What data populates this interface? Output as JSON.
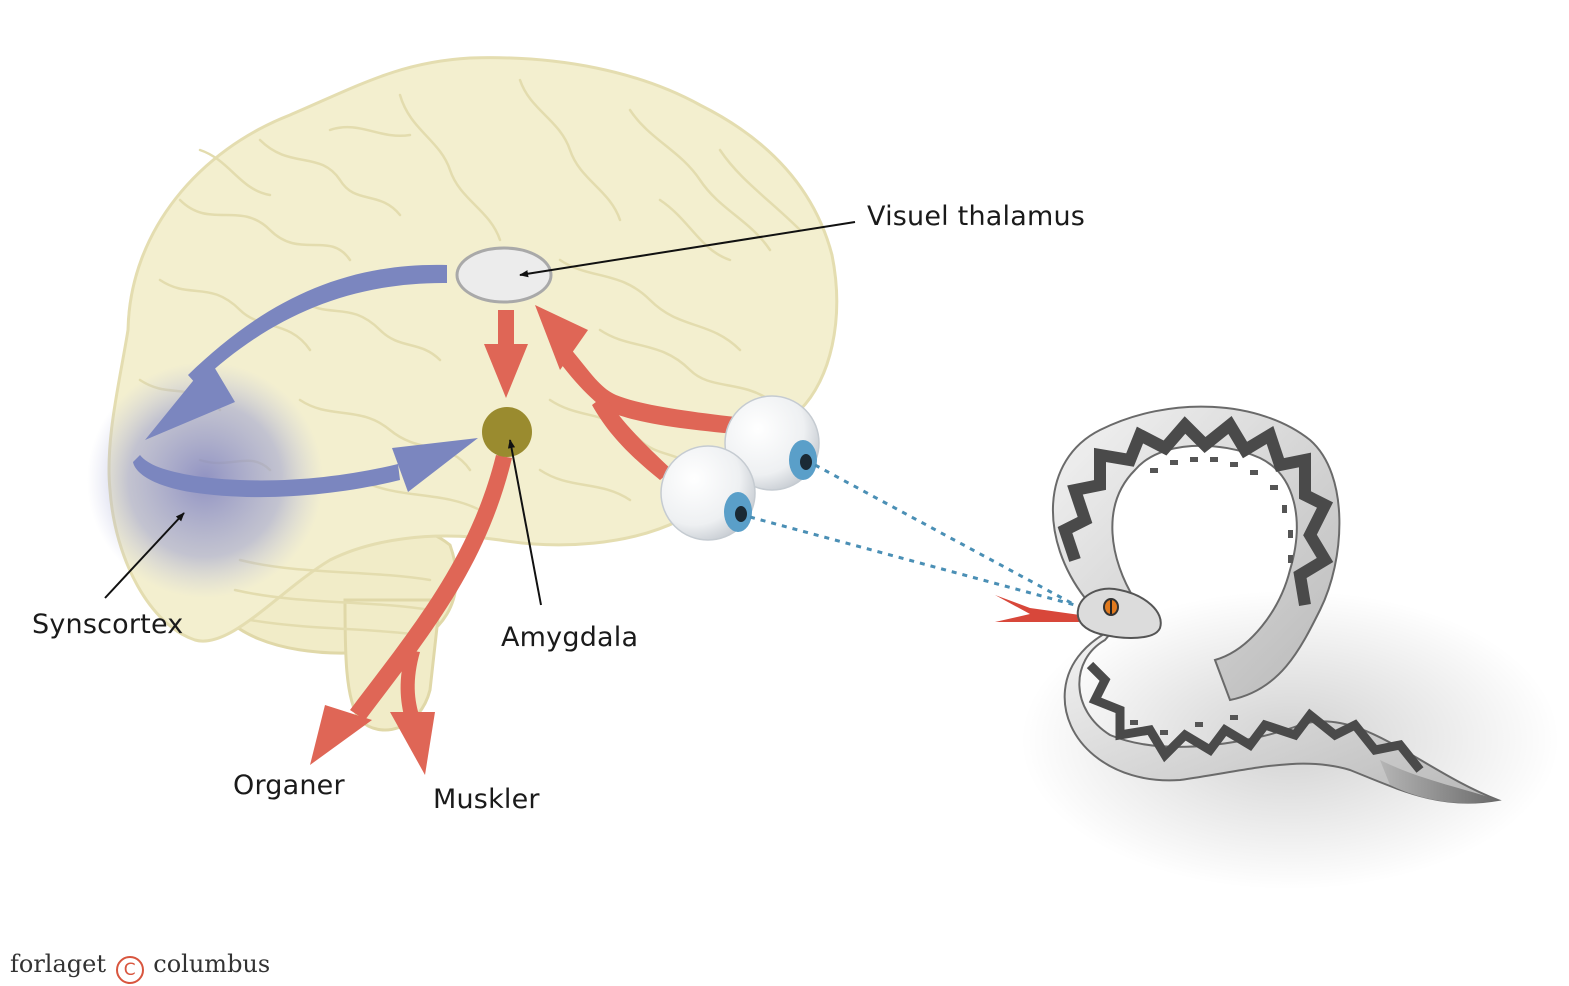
{
  "labels": {
    "visual_thalamus": "Visuel thalamus",
    "visual_cortex": "Synscortex",
    "amygdala": "Amygdala",
    "organs": "Organer",
    "muscles": "Muskler"
  },
  "publisher": {
    "before": "forlaget",
    "symbol": "C",
    "after": "columbus"
  },
  "colors": {
    "brain_fill": "#f3efcf",
    "brain_outline": "#e4ddb0",
    "fast_path_red": "#df6656",
    "slow_path_blue": "#7b86bf",
    "amygdala": "#9a8b2f",
    "gaze_line": "#4a8fb5",
    "snake_dark": "#4a4a4a"
  }
}
